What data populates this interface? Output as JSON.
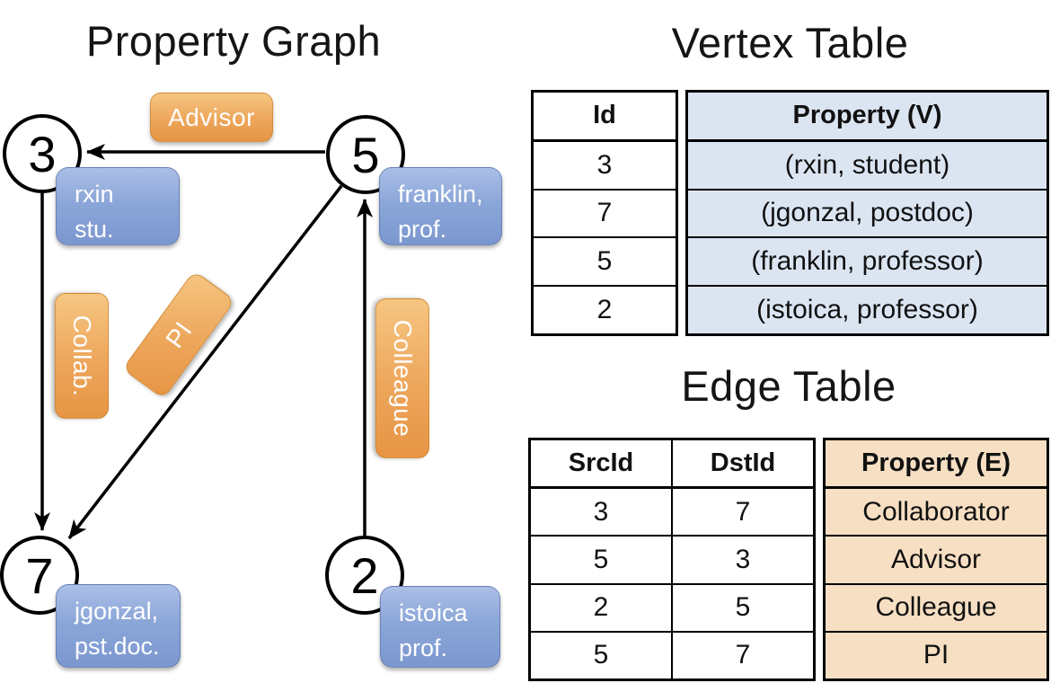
{
  "graph": {
    "title": "Property Graph",
    "nodes": [
      {
        "id": "3",
        "prop_line1": "rxin",
        "prop_line2": "stu."
      },
      {
        "id": "5",
        "prop_line1": "franklin,",
        "prop_line2": "prof."
      },
      {
        "id": "7",
        "prop_line1": "jgonzal,",
        "prop_line2": "pst.doc."
      },
      {
        "id": "2",
        "prop_line1": "istoica",
        "prop_line2": "prof."
      }
    ],
    "edge_labels": [
      {
        "text": "Advisor"
      },
      {
        "text": "Collab."
      },
      {
        "text": "PI"
      },
      {
        "text": "Colleague"
      }
    ],
    "edges": [
      {
        "from": "5",
        "to": "3",
        "label": "Advisor"
      },
      {
        "from": "3",
        "to": "7",
        "label": "Collab."
      },
      {
        "from": "5",
        "to": "7",
        "label": "PI"
      },
      {
        "from": "2",
        "to": "5",
        "label": "Colleague"
      }
    ]
  },
  "vertex_table": {
    "title": "Vertex Table",
    "columns": {
      "id": "Id",
      "property": "Property (V)"
    },
    "rows": [
      {
        "id": "3",
        "property": "(rxin, student)"
      },
      {
        "id": "7",
        "property": "(jgonzal, postdoc)"
      },
      {
        "id": "5",
        "property": "(franklin, professor)"
      },
      {
        "id": "2",
        "property": "(istoica, professor)"
      }
    ]
  },
  "edge_table": {
    "title": "Edge Table",
    "columns": {
      "src": "SrcId",
      "dst": "DstId",
      "property": "Property (E)"
    },
    "rows": [
      {
        "src": "3",
        "dst": "7",
        "property": "Collaborator"
      },
      {
        "src": "5",
        "dst": "3",
        "property": "Advisor"
      },
      {
        "src": "2",
        "dst": "5",
        "property": "Colleague"
      },
      {
        "src": "5",
        "dst": "7",
        "property": "PI"
      }
    ]
  },
  "colors": {
    "edge_label_orange": "#eda65b",
    "vertex_label_blue": "#8ba6d8",
    "vertex_table_property_bg": "#dbe5f2",
    "edge_table_property_bg": "#f7dfc3",
    "line_black": "#000000"
  }
}
